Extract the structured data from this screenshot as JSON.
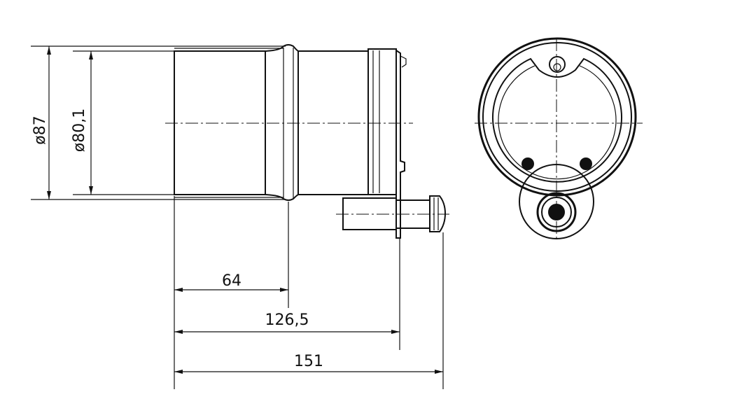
{
  "drawing": {
    "dimensions": {
      "dia_outer": "ø87",
      "dia_inner": "ø80,1",
      "len_64": "64",
      "len_126": "126,5",
      "len_151": "151"
    }
  }
}
